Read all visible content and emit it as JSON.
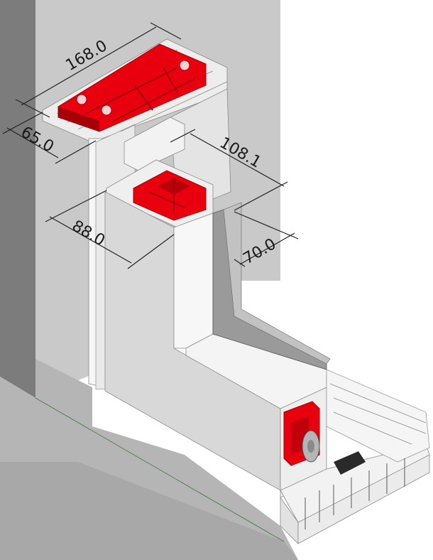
{
  "dimensions": {
    "outer_width": "168.0",
    "outer_depth": "65.0",
    "inner_width": "108.1",
    "sash_width": "88.0",
    "sash_depth": "70.0"
  },
  "colors": {
    "wall": "#c8c8c8",
    "wall_shadow": "#7c7c7c",
    "profile": "#f4f4f4",
    "profile_shade": "#d9d9d9",
    "reinforcement": "#e8000e",
    "reinforcement_dark": "#a30008",
    "gasket": "#2a2a2a"
  }
}
